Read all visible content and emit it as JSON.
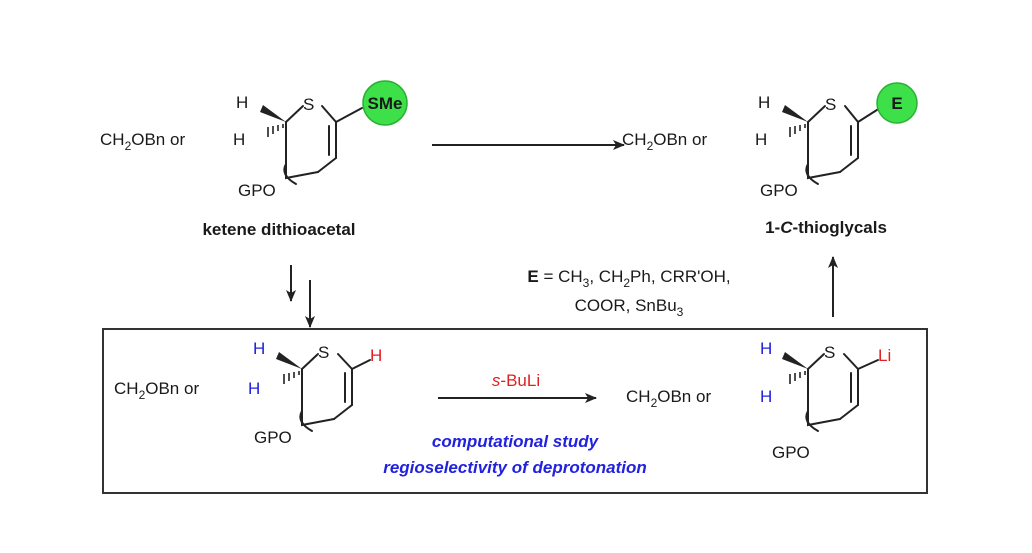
{
  "colors": {
    "blue": "#2121e0",
    "red": "#e02020",
    "green_badge": "#3ee04a",
    "ink": "#1a1a1a"
  },
  "atoms": {
    "h": "H",
    "s": "S",
    "gpo": "GPO",
    "ch2obn_or": "CH2OBn or ",
    "ch2obn_prefix": "CH",
    "ch2obn_sub": "2",
    "ch2obn_suffix": "OBn or ",
    "li": "Li"
  },
  "start": {
    "badge": "SMe",
    "name": "ketene dithioacetal"
  },
  "product": {
    "badge": "E",
    "name_prefix": "1-",
    "name_italic": "C",
    "name_suffix": "-thioglycals"
  },
  "e_definition": {
    "line1_a": "E",
    "line1_b": " = CH",
    "line1_sub1": "3",
    "line1_c": ", CH",
    "line1_sub2": "2",
    "line1_d": "Ph, CRR'OH,",
    "line2_a": "COOR, SnBu",
    "line2_sub": "3"
  },
  "box": {
    "reagent_italic": "s",
    "reagent_rest": "-BuLi",
    "caption_line1": "computational study",
    "caption_line2": "regioselectivity of deprotonation"
  }
}
